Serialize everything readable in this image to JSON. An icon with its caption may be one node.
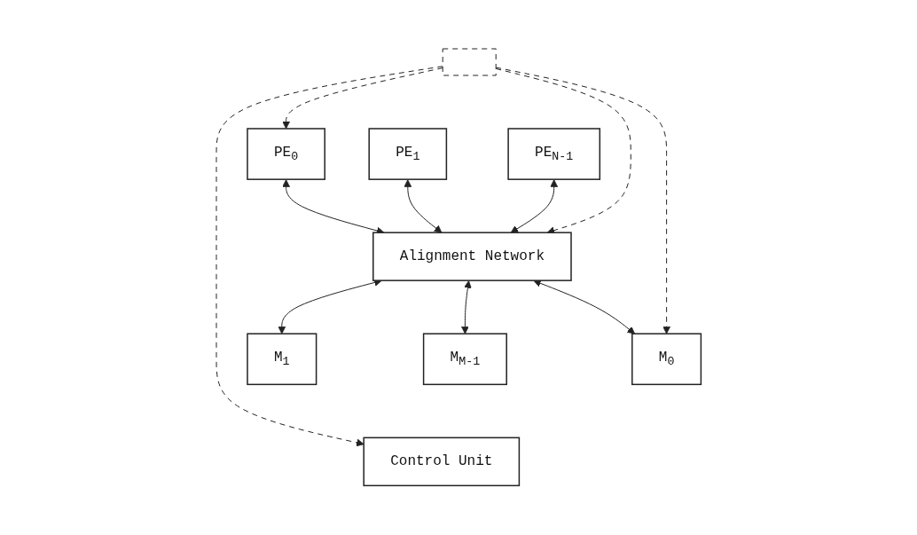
{
  "diagram": {
    "nodes": [
      {
        "text": [
          "PE$_{0}$"
        ]
      },
      {
        "text": [
          "PE$_{1}$"
        ]
      },
      {
        "text": [
          "PE$_{N-1}$"
        ]
      },
      {
        "text": [
          "Alignment Network"
        ]
      },
      {
        "text": [
          "M$_{0}$"
        ]
      },
      {
        "text": [
          "M$_{1}$"
        ]
      },
      {
        "text": [
          "M$_{M-1}$"
        ]
      },
      {
        "text": [
          "Control Unit"
        ]
      },
      {
        "text": [],
        "shape": "bar"
      }
    ],
    "edges": [
      {
        "from": 0,
        "to": 3,
        "arrow": "both"
      },
      {
        "from": 1,
        "to": 3,
        "arrow": "both"
      },
      {
        "from": 2,
        "to": 3,
        "arrow": "both"
      },
      {
        "from": 3,
        "to": 4,
        "arrow": "both"
      },
      {
        "from": 3,
        "to": 5,
        "arrow": "both"
      },
      {
        "from": 3,
        "to": 6,
        "arrow": "both"
      },
      {
        "from": 8,
        "to": 0,
        "arrow": "to",
        "style": "dashed"
      },
      {
        "from": 8,
        "to": 3,
        "arrow": "to",
        "style": "dashed"
      },
      {
        "from": 8,
        "to": 4,
        "arrow": "to",
        "style": "dashed"
      },
      {
        "from": 8,
        "to": 7,
        "arrow": "to",
        "style": "dashed"
      }
    ]
  }
}
